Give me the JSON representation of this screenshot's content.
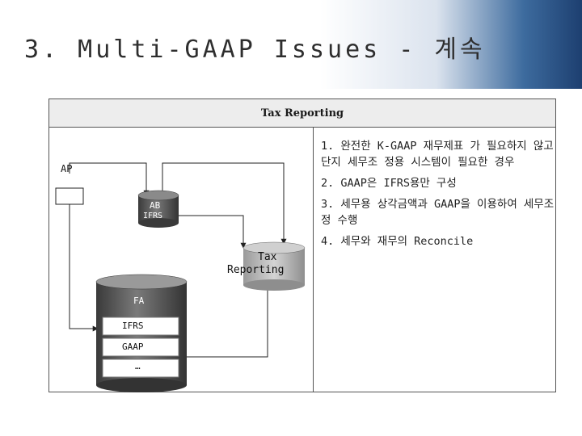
{
  "slide": {
    "title": "3. Multi-GAAP Issues - 계속"
  },
  "panel": {
    "title": "Tax Reporting",
    "diagram": {
      "box_label": "AP",
      "ledger_label": "AB",
      "ledger_sublabel": "IFRS",
      "tax_db_label": "Tax",
      "tax_db_sublabel": "Reporting",
      "main_db_label": "FA",
      "main_db_rows": [
        "IFRS",
        "GAAP",
        "…"
      ]
    },
    "notes": [
      "1. 완전한 K-GAAP 재무제표 가 필요하지 않고 단지 세무조 정용 시스템이 필요한 경우",
      "2. GAAP은 IFRS용만 구성",
      "3. 세무용 상각금액과 GAAP을 이용하여 세무조정 수행",
      "4. 세무와 재무의 Reconcile"
    ]
  },
  "colors": {
    "cylinder_dark": "#4a4a4a",
    "cylinder_light": "#b5b5b5",
    "line": "#222222"
  }
}
